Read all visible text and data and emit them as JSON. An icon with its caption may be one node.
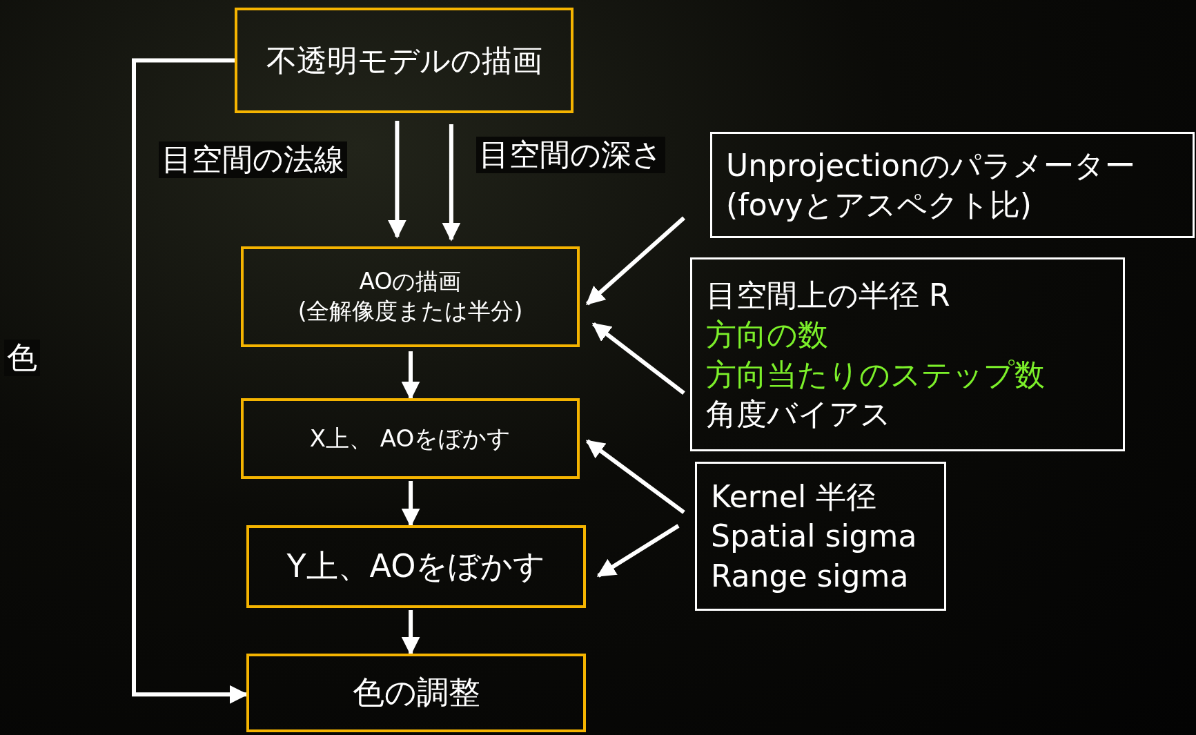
{
  "diagram": {
    "nodes": [
      {
        "text": [
          "不透明モデルの描画"
        ]
      },
      {
        "text": [
          "AOの描画",
          "(全解像度または半分)"
        ]
      },
      {
        "text": [
          "X上、 AOをぼかす"
        ]
      },
      {
        "text": [
          "Y上、AOをぼかす"
        ]
      },
      {
        "text": [
          "色の調整"
        ]
      },
      {
        "text": [
          "Unprojectionのパラメーター",
          "(fovyとアスペクト比)"
        ]
      },
      {
        "text": [
          "目空間上の半径 R",
          "方向の数",
          "方向当たりのステップ数",
          "角度バイアス"
        ]
      },
      {
        "text": [
          "Kernel 半径",
          "Spatial sigma",
          "Range sigma"
        ]
      }
    ],
    "edges": [
      {
        "from": 0,
        "to": 1,
        "arrow": "to",
        "label": "目空間の法線"
      },
      {
        "from": 0,
        "to": 1,
        "arrow": "to",
        "label": "目空間の深さ"
      },
      {
        "from": 0,
        "to": 4,
        "arrow": "to",
        "label": "色"
      },
      {
        "from": 1,
        "to": 2,
        "arrow": "to"
      },
      {
        "from": 2,
        "to": 3,
        "arrow": "to"
      },
      {
        "from": 3,
        "to": 4,
        "arrow": "to"
      },
      {
        "from": 5,
        "to": 1,
        "arrow": "to"
      },
      {
        "from": 6,
        "to": 1,
        "arrow": "to"
      },
      {
        "from": 7,
        "to": 2,
        "arrow": "to"
      },
      {
        "from": 7,
        "to": 3,
        "arrow": "to"
      }
    ]
  }
}
